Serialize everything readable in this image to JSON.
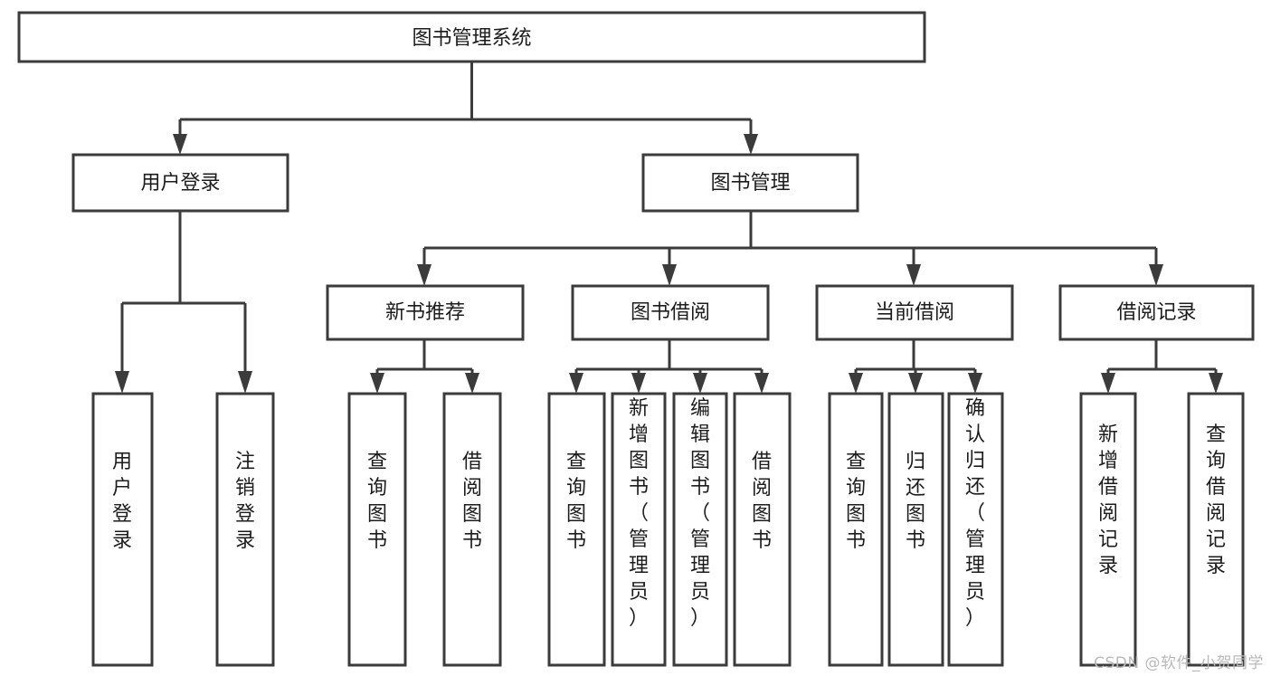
{
  "diagram": {
    "title": "图书管理系统",
    "type": "hierarchy-tree",
    "root": {
      "id": "root",
      "label": "图书管理系统",
      "orientation": "horizontal"
    },
    "level2": [
      {
        "id": "user-login",
        "label": "用户登录",
        "orientation": "horizontal"
      },
      {
        "id": "book-management",
        "label": "图书管理",
        "orientation": "horizontal"
      }
    ],
    "level3": [
      {
        "id": "new-book-recommend",
        "label": "新书推荐",
        "parent": "book-management",
        "orientation": "horizontal"
      },
      {
        "id": "book-borrow",
        "label": "图书借阅",
        "parent": "book-management",
        "orientation": "horizontal"
      },
      {
        "id": "current-borrow",
        "label": "当前借阅",
        "parent": "book-management",
        "orientation": "horizontal"
      },
      {
        "id": "borrow-record",
        "label": "借阅记录",
        "parent": "book-management",
        "orientation": "horizontal"
      }
    ],
    "leaves": [
      {
        "id": "leaf-user-login",
        "label": "用户登录",
        "parent": "user-login",
        "orientation": "vertical"
      },
      {
        "id": "leaf-user-logout",
        "label": "注销登录",
        "parent": "user-login",
        "orientation": "vertical"
      },
      {
        "id": "leaf-query-book-1",
        "label": "查询图书",
        "parent": "new-book-recommend",
        "orientation": "vertical"
      },
      {
        "id": "leaf-borrow-book-1",
        "label": "借阅图书",
        "parent": "new-book-recommend",
        "orientation": "vertical"
      },
      {
        "id": "leaf-query-book-2",
        "label": "查询图书",
        "parent": "book-borrow",
        "orientation": "vertical"
      },
      {
        "id": "leaf-add-book",
        "label": "新增图书（管理员）",
        "parent": "book-borrow",
        "orientation": "vertical"
      },
      {
        "id": "leaf-edit-book",
        "label": "编辑图书（管理员）",
        "parent": "book-borrow",
        "orientation": "vertical"
      },
      {
        "id": "leaf-borrow-book-2",
        "label": "借阅图书",
        "parent": "book-borrow",
        "orientation": "vertical"
      },
      {
        "id": "leaf-query-book-3",
        "label": "查询图书",
        "parent": "current-borrow",
        "orientation": "vertical"
      },
      {
        "id": "leaf-return-book",
        "label": "归还图书",
        "parent": "current-borrow",
        "orientation": "vertical"
      },
      {
        "id": "leaf-confirm-return",
        "label": "确认归还（管理员）",
        "parent": "current-borrow",
        "orientation": "vertical"
      },
      {
        "id": "leaf-add-record",
        "label": "新增借阅记录",
        "parent": "borrow-record",
        "orientation": "vertical"
      },
      {
        "id": "leaf-query-record",
        "label": "查询借阅记录",
        "parent": "borrow-record",
        "orientation": "vertical"
      }
    ],
    "colors": {
      "stroke": "#3b3b3b",
      "fill": "#ffffff",
      "text": "#1c1c1c",
      "background": "#ffffff",
      "watermark": "#b9b9b9"
    }
  },
  "watermark": {
    "text": "CSDN @软件_小贺同学"
  }
}
